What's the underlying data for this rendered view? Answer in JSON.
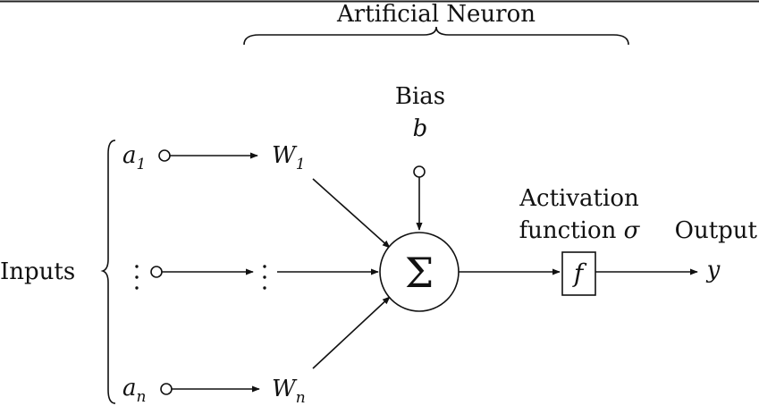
{
  "neuron_label": "Artificial Neuron",
  "inputs_label": "Inputs",
  "bias": {
    "label": "Bias",
    "symbol": "b"
  },
  "inputs": [
    {
      "name": "a",
      "sub": "1",
      "weight": "W",
      "weight_sub": "1"
    },
    {
      "name": "a",
      "sub": "n",
      "weight": "W",
      "weight_sub": "n"
    }
  ],
  "summation_symbol": "Σ",
  "activation": {
    "line1": "Activation",
    "line2": "function",
    "sigma": "σ",
    "symbol": "f"
  },
  "output": {
    "label": "Output",
    "symbol": "y"
  },
  "colors": {
    "ink": "#111111",
    "background": "#ffffff"
  }
}
